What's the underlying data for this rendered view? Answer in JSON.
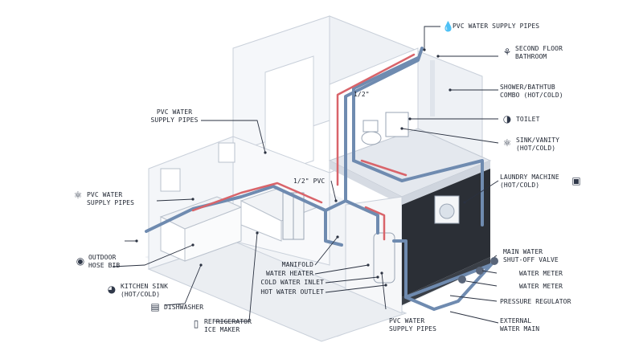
{
  "labels": {
    "pvc_top": "PVC WATER SUPPLY PIPES",
    "second_floor": [
      "SECOND FLOOR",
      "BATHROOM"
    ],
    "shower": [
      "SHOWER/BATHTUB",
      "COMBO (HOT/COLD)"
    ],
    "toilet": "TOILET",
    "sink_vanity": [
      "SINK/VANITY",
      "(HOT/COLD)"
    ],
    "laundry": [
      "LAUNDRY MACHINE",
      "(HOT/COLD)"
    ],
    "main_shutoff": [
      "MAIN WATER",
      "SHUT-OFF VALVE"
    ],
    "water_meter_1": "WATER METER",
    "water_meter_2": "WATER METER",
    "pressure_regulator": "PRESSURE REGULATOR",
    "external_main": [
      "EXTERNAL",
      "WATER MAIN"
    ],
    "pvc_left_upper": [
      "PVC WATER",
      "SUPPLY PIPES"
    ],
    "pvc_left_mid": [
      "PVC WATER",
      "SUPPLY PIPES"
    ],
    "outdoor_bib": [
      "OUTDOOR",
      "HOSE BIB"
    ],
    "kitchen_sink": [
      "KITCHEN SINK",
      "(HOT/COLD)"
    ],
    "dishwasher": "DISHWASHER",
    "refrigerator": [
      "REFRIGERATOR",
      "ICE MAKER"
    ],
    "manifold": "MANIFOLD",
    "water_heater": "WATER HEATER",
    "cold_inlet": "COLD WATER INLET",
    "hot_outlet": "HOT WATER OUTLET",
    "pvc_bottom": [
      "PVC WATER",
      "SUPPLY PIPES"
    ],
    "half_inch_pvc": "1/2\" PVC",
    "half_inch": "1/2\""
  },
  "icons": {
    "pvc_top": "water-drop-icon",
    "second_floor": "shower-icon",
    "toilet": "toilet-icon",
    "sink_vanity": "faucet-icon",
    "laundry": "washing-machine-icon",
    "pvc_left": "faucet-icon",
    "outdoor_bib": "hose-bib-icon",
    "kitchen_sink": "sink-icon",
    "dishwasher": "dishwasher-icon",
    "refrigerator": "refrigerator-icon"
  },
  "colors": {
    "cold_pipe": "#6f8bb0",
    "hot_pipe": "#d9646a",
    "wall": "#f3f5f8",
    "wall_edge": "#c9d0da",
    "floor": "#e9ecf1",
    "leader": "#2a3140"
  }
}
